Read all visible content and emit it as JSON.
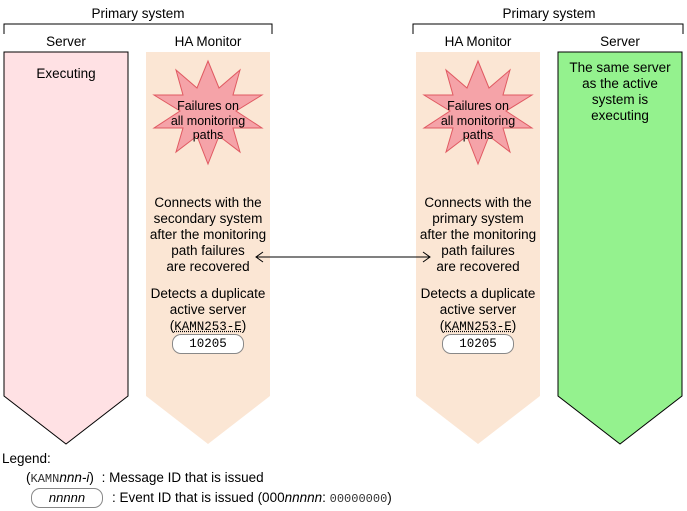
{
  "left_system": {
    "title": "Primary system",
    "server_header": "Server",
    "monitor_header": "HA Monitor",
    "server_status": "Executing",
    "failure_star": [
      "Failures on",
      "all monitoring",
      "paths"
    ],
    "connect_text": [
      "Connects with the",
      "secondary system",
      "after the monitoring",
      "path failures",
      "are recovered"
    ],
    "detect_text": [
      "Detects a duplicate",
      "active server"
    ],
    "message_id": "KAMN253-E",
    "event_id": "10205"
  },
  "right_system": {
    "title": "Primary system",
    "server_header": "Server",
    "monitor_header": "HA Monitor",
    "server_status": [
      "The same server",
      "as the active",
      "system is",
      "executing"
    ],
    "failure_star": [
      "Failures on",
      "all monitoring",
      "paths"
    ],
    "connect_text": [
      "Connects with the",
      "primary system",
      "after the monitoring",
      "path failures",
      "are recovered"
    ],
    "detect_text": [
      "Detects a duplicate",
      "active server"
    ],
    "message_id": "KAMN253-E",
    "event_id": "10205"
  },
  "legend": {
    "title": "Legend:",
    "message_example_prefix": "(",
    "message_example_code": "KAMN",
    "message_example_italic": "nnn",
    "message_example_suffix": "-i",
    "message_example_close": ")",
    "message_desc": ": Message ID that is issued",
    "event_example": "nnnnn",
    "event_desc_prefix": ": Event ID that is issued (000",
    "event_desc_italic": "nnnnn",
    "event_desc_colon": ": ",
    "event_desc_code": "00000000",
    "event_desc_close": ")"
  },
  "colors": {
    "server_left": "#ffe1e4",
    "monitor": "#fbe6d4",
    "server_right": "#94f28e",
    "star_fill": "#f5a3a8",
    "star_stroke": "#e05a62"
  }
}
